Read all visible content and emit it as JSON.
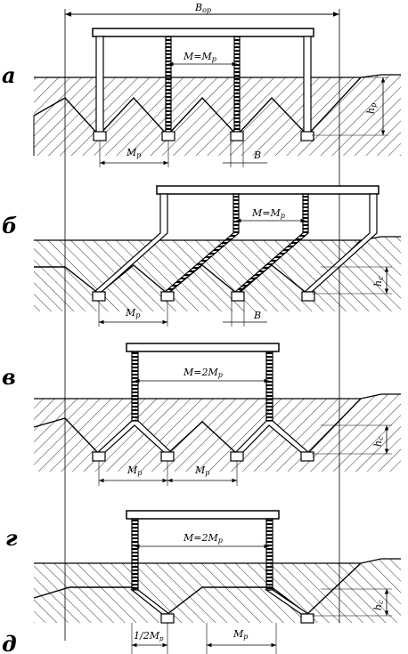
{
  "top_dimension": "B",
  "top_dimension_sub": "ор",
  "panels": [
    {
      "letter": "а",
      "span_label": "M=M",
      "span_sub": "р",
      "pitch_label": "M",
      "pitch_sub": "р",
      "width_label": "B",
      "depth_label": "h",
      "depth_sub": "р"
    },
    {
      "letter": "б",
      "span_label": "M=M",
      "span_sub": "р",
      "pitch_label": "M",
      "pitch_sub": "р",
      "width_label": "B",
      "depth_label": "h",
      "depth_sub": "с"
    },
    {
      "letter": "в",
      "span_label": "M=2M",
      "span_sub": "р",
      "pitch_label": "M",
      "pitch_sub": "р",
      "pitch_label_2": "M",
      "pitch_sub_2": "р",
      "depth_label": "h",
      "depth_sub": "с"
    },
    {
      "letter": "г",
      "span_label": "M=2M",
      "span_sub": "р",
      "half_label": "1/2M",
      "half_sub": "р",
      "pitch_label": "M",
      "pitch_sub": "р",
      "depth_label": "h",
      "depth_sub": "с"
    },
    {
      "letter": "д"
    }
  ]
}
